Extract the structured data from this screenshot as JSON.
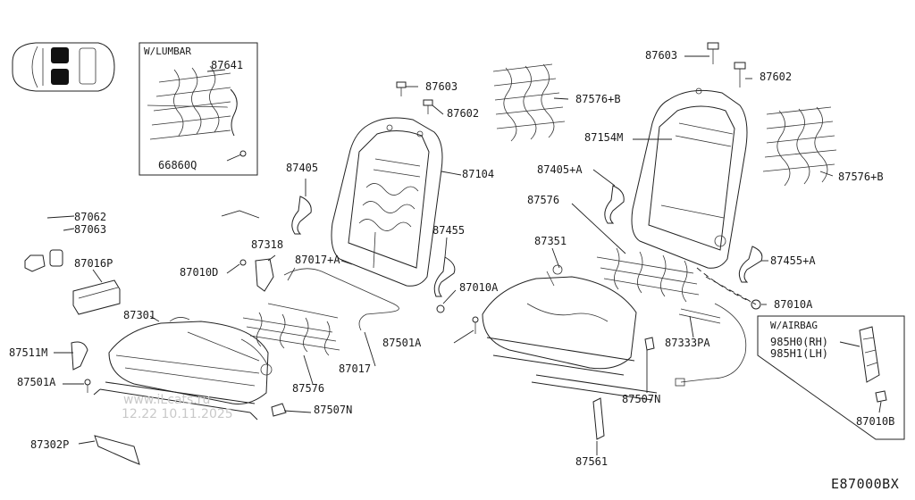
{
  "diagram_code": "E87000BX",
  "insets": {
    "lumbar": {
      "title": "W/LUMBAR",
      "parts": [
        "87641",
        "66860Q"
      ]
    },
    "airbag": {
      "title": "W/AIRBAG",
      "parts": [
        "985H0(RH)",
        "985H1(LH)",
        "87010B"
      ]
    }
  },
  "watermark": {
    "line1": "www.iLcats.ru",
    "line2": "12.22 10.11.2025"
  },
  "callouts": {
    "p87641": "87641",
    "p66860Q": "66860Q",
    "p87062": "87062",
    "p87063": "87063",
    "p87016P": "87016P",
    "p87301": "87301",
    "p87511M": "87511M",
    "p87501A_left": "87501A",
    "p87302P": "87302P",
    "p87603_left": "87603",
    "p87602_left": "87602",
    "p87405_left": "87405",
    "p87104": "87104",
    "p87318": "87318",
    "p87010D": "87010D",
    "p87017A": "87017+A",
    "p87455": "87455",
    "p87010A_mid": "87010A",
    "p87576_left": "87576",
    "p87017": "87017",
    "p87507N_left": "87507N",
    "p87576B_top": "87576+B",
    "p87603_right": "87603",
    "p87602_right": "87602",
    "p87154M": "87154M",
    "p87405A": "87405+A",
    "p87576B_right": "87576+B",
    "p87576_right": "87576",
    "p87351": "87351",
    "p87455A": "87455+A",
    "p87010A_right": "87010A",
    "p87501A_right": "87501A",
    "p87333PA": "87333PA",
    "p87507N_right": "87507N",
    "p87561": "87561",
    "p985H0": "985H0(RH)",
    "p985H1": "985H1(LH)",
    "p87010B": "87010B"
  }
}
